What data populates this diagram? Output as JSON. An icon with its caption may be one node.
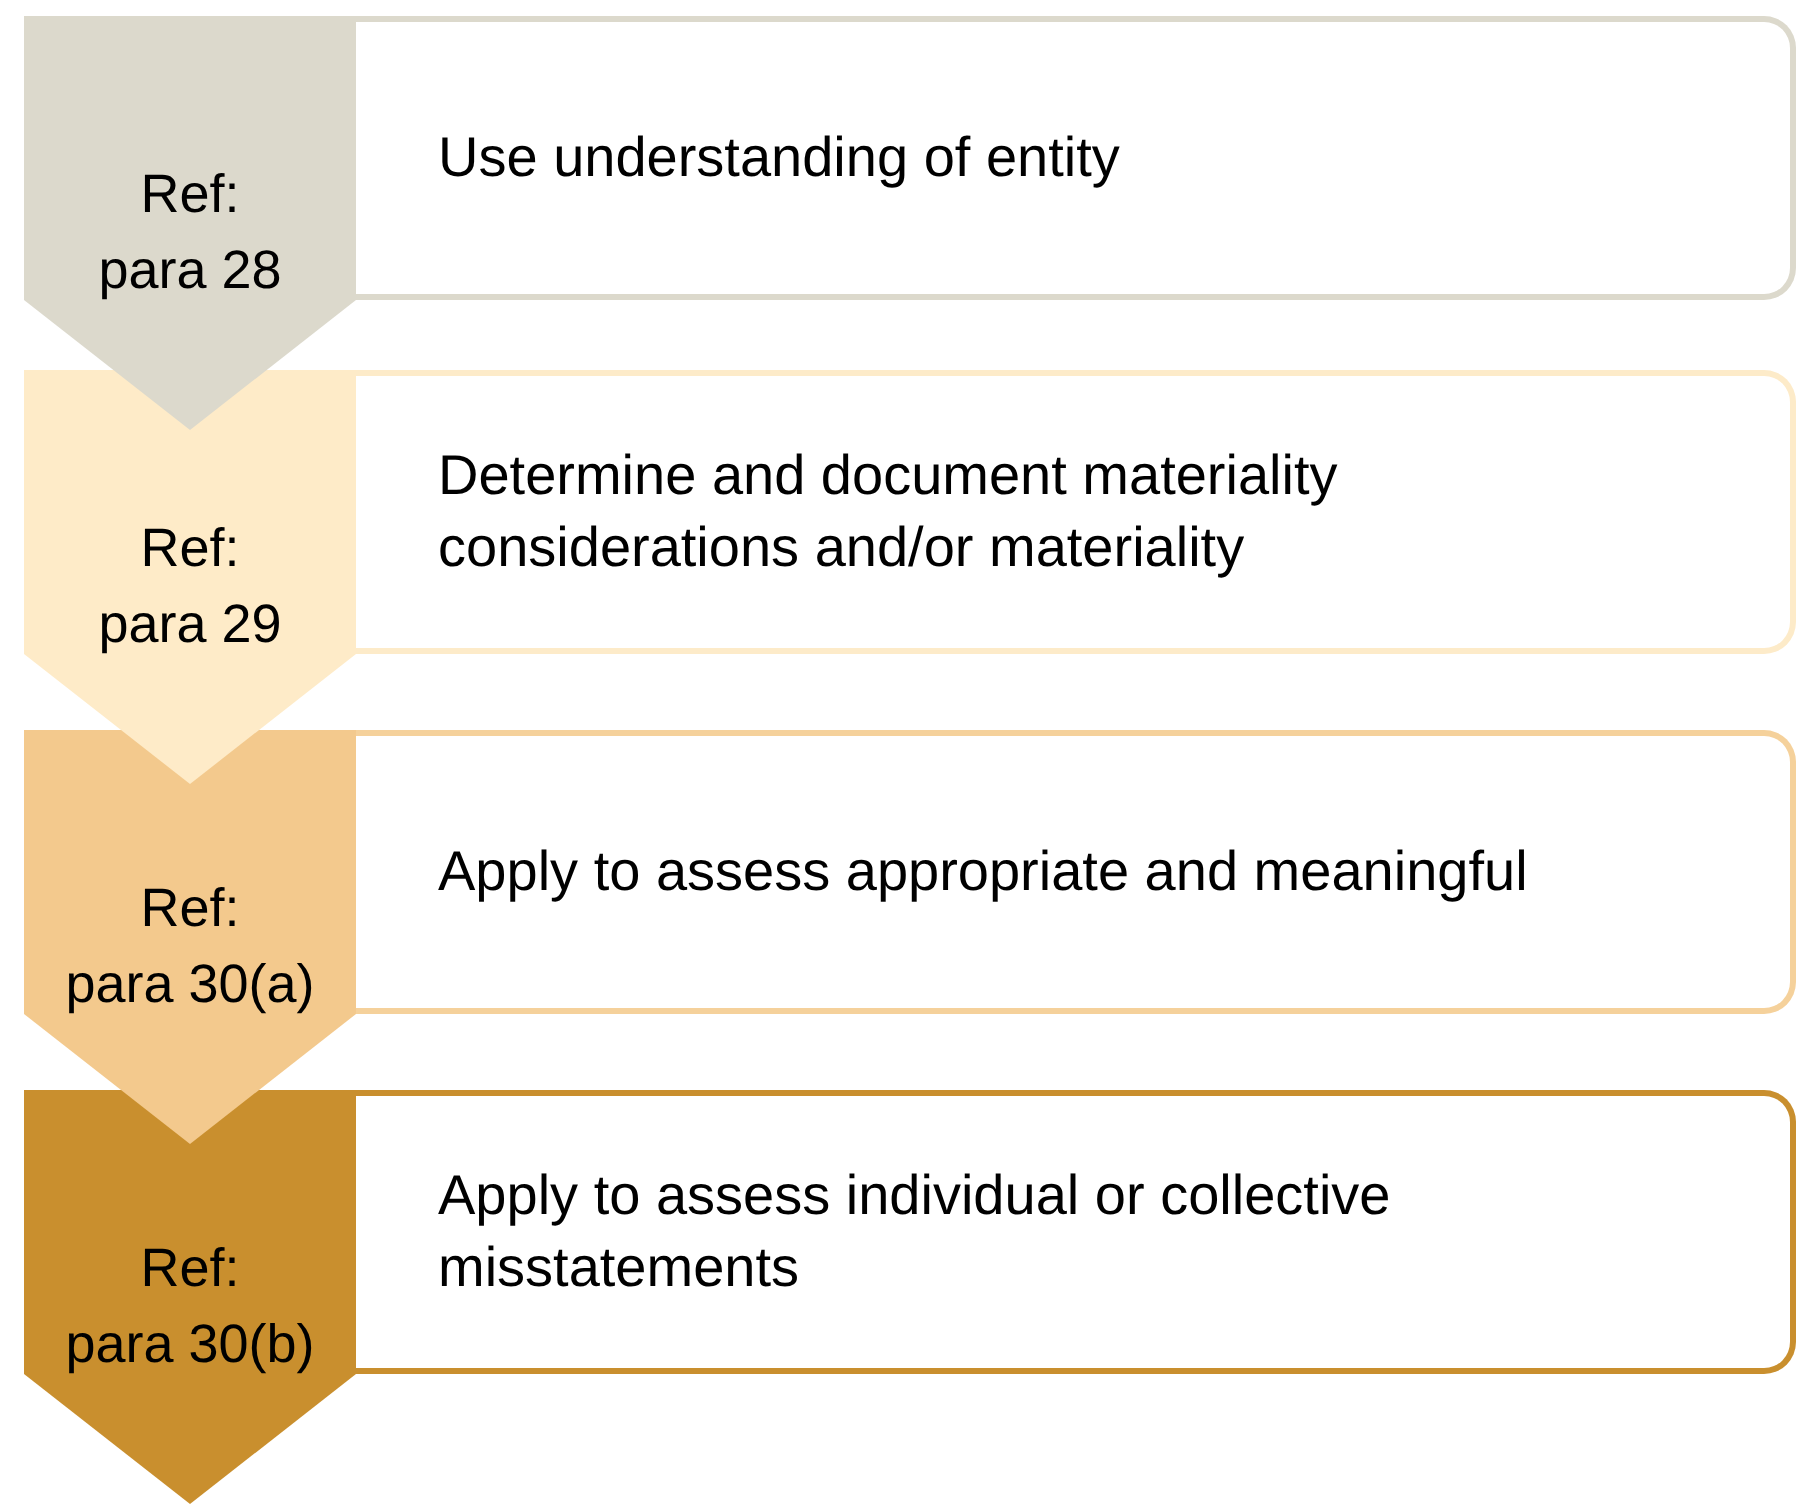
{
  "diagram": {
    "nodes": [
      {
        "text": [
          "Ref:",
          "para 28"
        ]
      },
      {
        "text": [
          "Use understanding of entity"
        ]
      },
      {
        "text": [
          "Ref:",
          "para 29"
        ]
      },
      {
        "text": [
          "Determine and document materiality considerations and/or materiality"
        ]
      },
      {
        "text": [
          "Ref:",
          "para 30(a)"
        ]
      },
      {
        "text": [
          "Apply to assess appropriate and meaningful"
        ]
      },
      {
        "text": [
          "Ref:",
          "para 30(b)"
        ]
      },
      {
        "text": [
          "Apply to assess individual or collective misstatements"
        ]
      }
    ]
  }
}
